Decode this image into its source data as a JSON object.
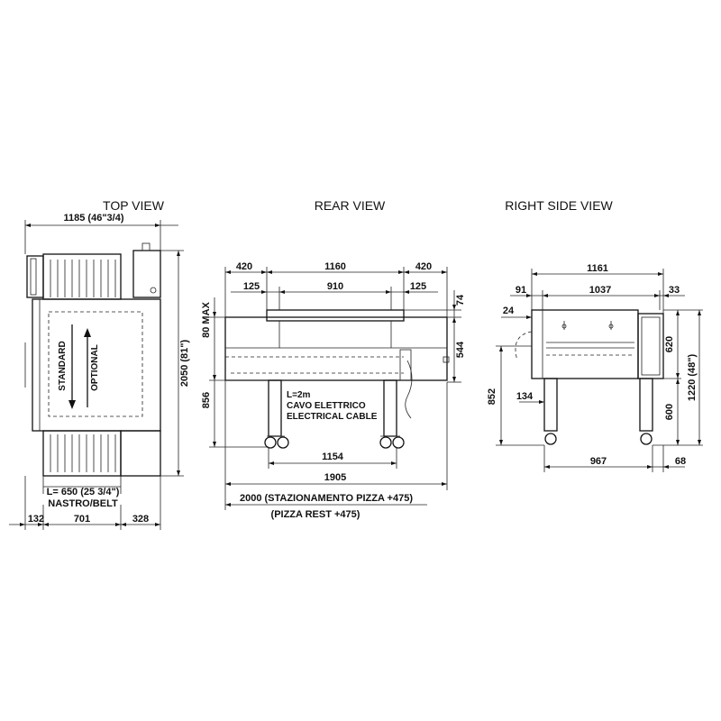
{
  "views": {
    "top": {
      "title": "TOP VIEW",
      "overall_width": "1185 (46\"3/4)",
      "overall_depth": "2050 (81\")",
      "arrow_standard": "STANDARD",
      "arrow_optional": "OPTIONAL",
      "belt_width": "L= 650 (25 3/4\")",
      "belt_label": "NASTRO/BELT",
      "dim_left": "132",
      "dim_mid": "701",
      "dim_right": "328"
    },
    "rear": {
      "title": "REAR VIEW",
      "dim_420_left": "420",
      "dim_1160": "1160",
      "dim_420_right": "420",
      "dim_125_left": "125",
      "dim_910": "910",
      "dim_125_right": "125",
      "dim_80max": "80 MAX",
      "dim_856": "856",
      "dim_74": "74",
      "dim_544": "544",
      "cable_len": "L=2m",
      "cable_it": "CAVO ELETTRICO",
      "cable_en": "ELECTRICAL CABLE",
      "dim_1154": "1154",
      "dim_1905": "1905",
      "dim_2000": "2000 (STAZIONAMENTO PIZZA +475)",
      "dim_pizza_rest": "(PIZZA REST +475)"
    },
    "side": {
      "title": "RIGHT SIDE VIEW",
      "dim_1161": "1161",
      "dim_91": "91",
      "dim_1037": "1037",
      "dim_33": "33",
      "dim_24": "24",
      "dim_620": "620",
      "dim_1220": "1220 (48\")",
      "dim_852": "852",
      "dim_134": "134",
      "dim_600": "600",
      "dim_967": "967",
      "dim_68": "68"
    }
  }
}
